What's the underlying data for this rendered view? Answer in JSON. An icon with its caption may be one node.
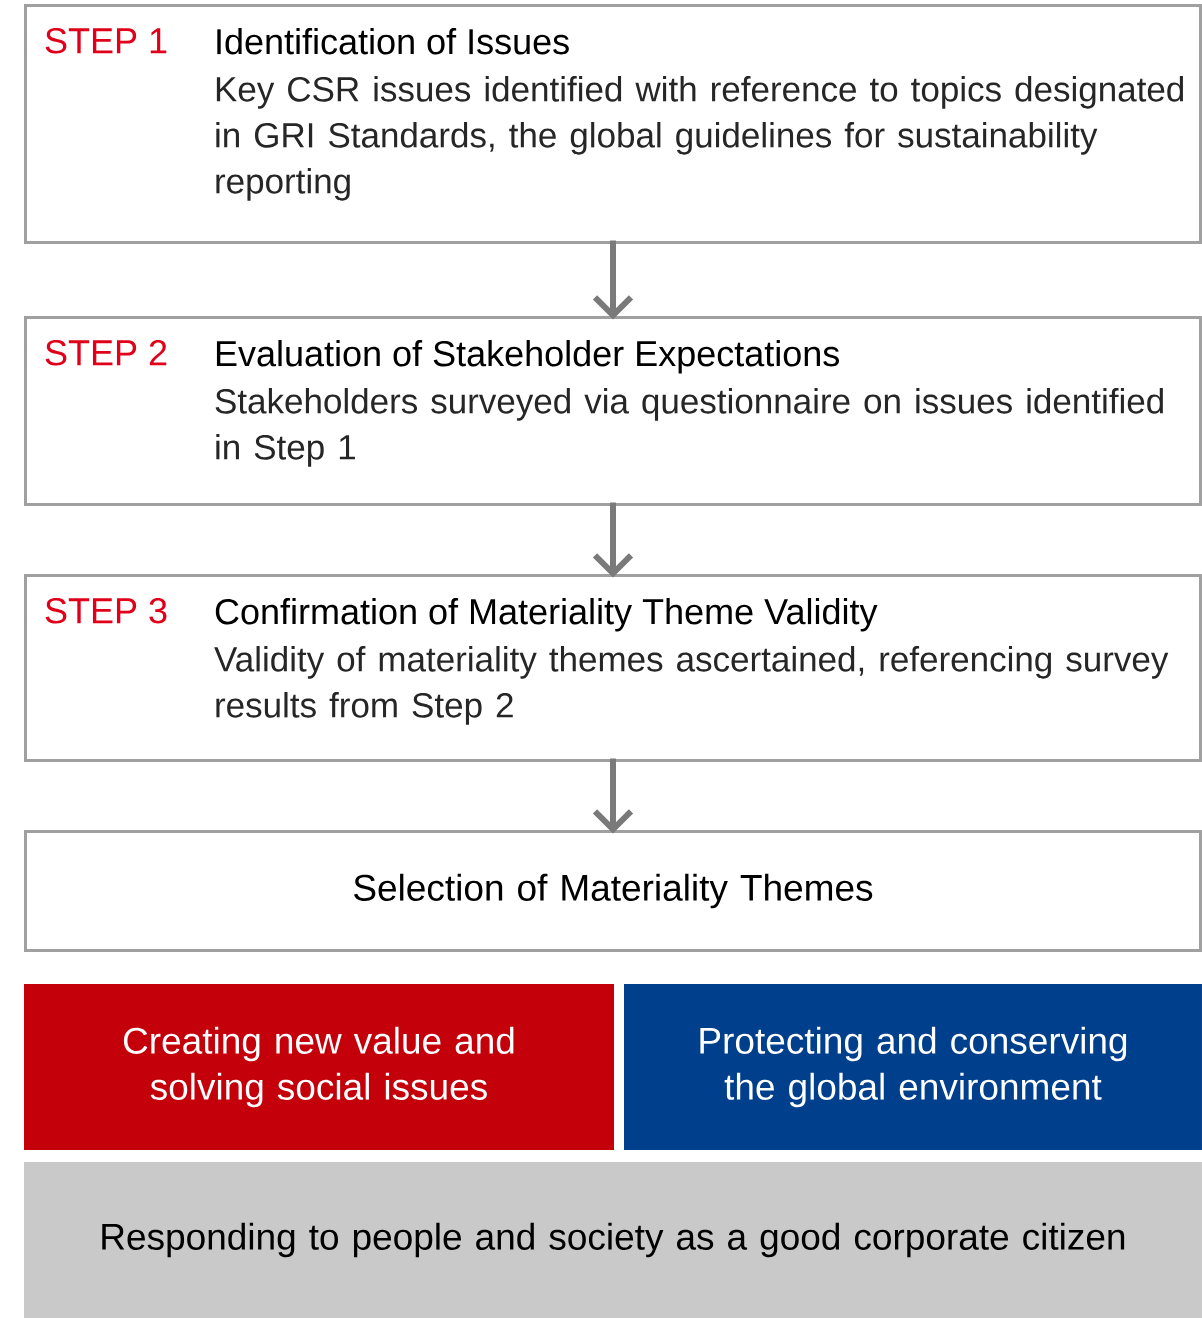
{
  "diagram": {
    "nodes": [
      {
        "text": [
          "STEP 1",
          "Identification of Issues",
          "Key CSR issues identified with reference to topics designated in GRI Standards, the global guidelines for sustainability reporting"
        ]
      },
      {
        "text": [
          "STEP 2",
          "Evaluation of Stakeholder Expectations",
          "Stakeholders surveyed via questionnaire on issues identified in Step 1"
        ]
      },
      {
        "text": [
          "STEP 3",
          "Confirmation of Materiality Theme Validity",
          "Validity of materiality themes ascertained, referencing survey results from Step 2"
        ]
      },
      {
        "text": [
          "Selection of Materiality Themes"
        ]
      },
      {
        "text": [
          "Creating new value and solving social issues"
        ]
      },
      {
        "text": [
          "Protecting and conserving the global environment"
        ]
      },
      {
        "text": [
          "Responding to people and society as a good corporate citizen"
        ]
      }
    ],
    "edges": [
      {
        "from": 0,
        "to": 1,
        "arrow": "to"
      },
      {
        "from": 1,
        "to": 2,
        "arrow": "to"
      },
      {
        "from": 2,
        "to": 3,
        "arrow": "to"
      }
    ]
  }
}
